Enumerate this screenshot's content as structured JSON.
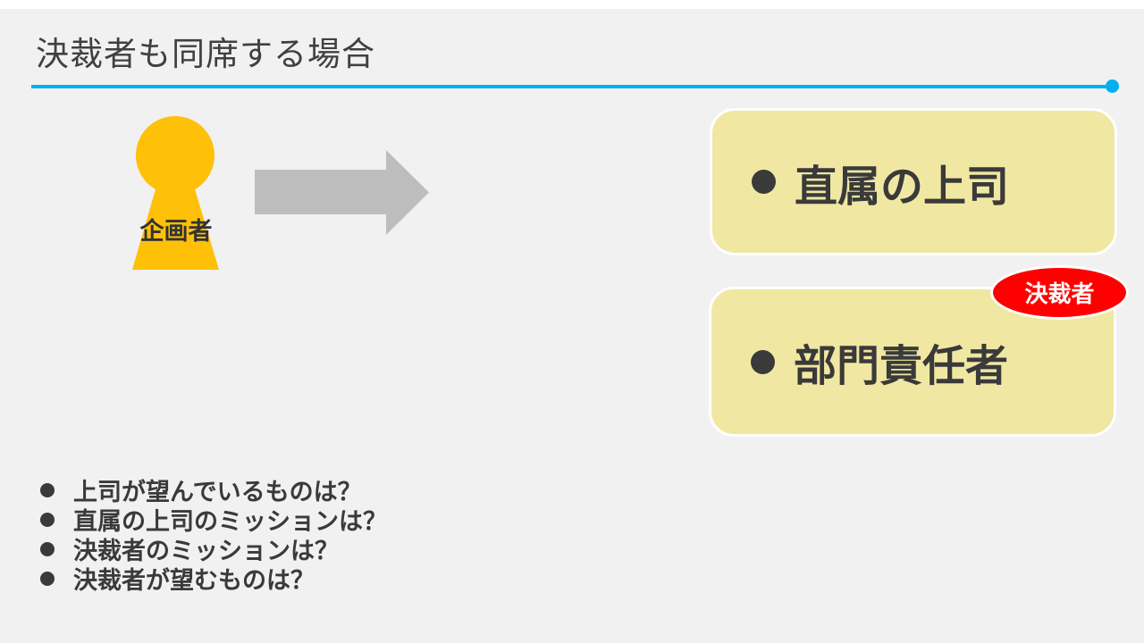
{
  "slide": {
    "title": "決裁者も同席する場合",
    "colors": {
      "background": "#f1f1f1",
      "accent_line": "#00b0f0",
      "person_fill": "#ffc008",
      "arrow_fill": "#bdbdbd",
      "box_fill": "#f0e8a2",
      "badge_fill": "#ff0000",
      "badge_text": "#ffffff",
      "text_dark": "#3a3a3a",
      "title_text": "#404040"
    }
  },
  "diagram": {
    "planner": {
      "label": "企画者"
    },
    "boxes": [
      {
        "text": "直属の上司"
      },
      {
        "text": "部門責任者"
      }
    ],
    "badge": {
      "label": "決裁者"
    }
  },
  "questions": {
    "items": [
      "上司が望んでいるものは？",
      "直属の上司のミッションは？",
      "決裁者のミッションは？",
      "決裁者が望むものは？"
    ]
  }
}
